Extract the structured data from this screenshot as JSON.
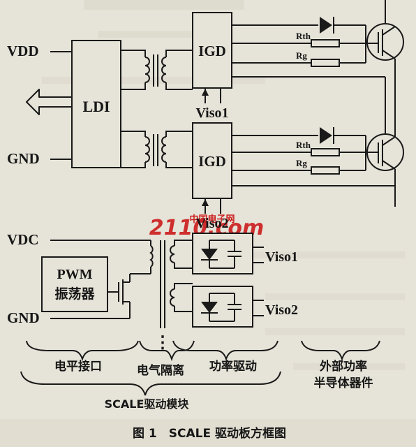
{
  "diagram": {
    "left_labels": {
      "vdd": "VDD",
      "gnd_top": "GND",
      "vdc": "VDC",
      "gnd_bottom": "GND"
    },
    "ldi": "LDI",
    "igd": "IGD",
    "viso1": "Viso1",
    "viso2": "Viso2",
    "rth": "Rth",
    "rg": "Rg",
    "pwm_line1": "PWM",
    "pwm_line2": "振荡器",
    "dots": "⋮",
    "watermark_small": "中国电子网",
    "watermark_logo": "2110.com",
    "sections": {
      "level_interface": "电平接口",
      "isolation": "电气隔离",
      "power_drive": "功率驱动",
      "external_line1": "外部功率",
      "external_line2": "半导体器件",
      "module": "SCALE驱动模块"
    },
    "caption": "图 1　SCALE 驱动板方框图"
  },
  "colors": {
    "ink": "#1a1a1a",
    "paper": "#e6e3d8",
    "watermark": "#cc1f1f"
  }
}
